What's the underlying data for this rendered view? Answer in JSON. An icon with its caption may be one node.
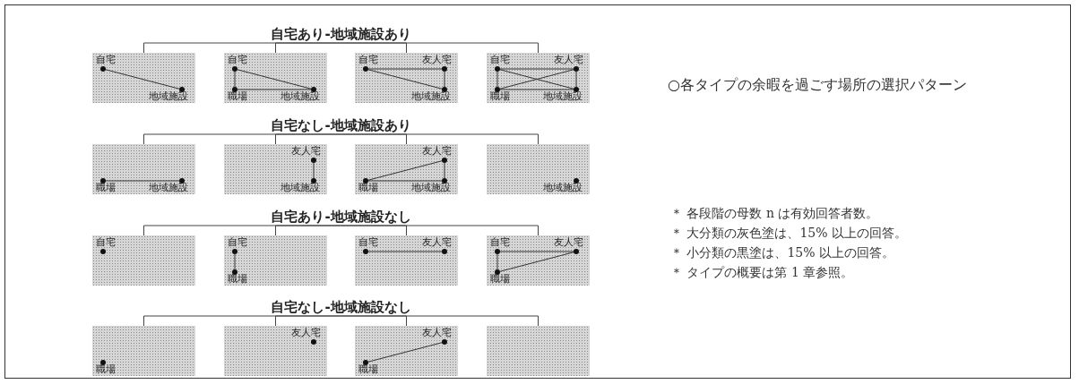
{
  "diagram": {
    "title": "○各タイプの余暇を過ごす場所の選択パターン",
    "nodes": [
      {
        "text": [
          "自宅あり-地域施設あり"
        ]
      },
      {
        "text": [],
        "shape": "box"
      },
      {
        "text": [
          "自宅"
        ],
        "in": 1
      },
      {
        "text": [
          "地域施設"
        ],
        "in": 1
      },
      {
        "text": [],
        "shape": "box"
      },
      {
        "text": [
          "自宅"
        ],
        "in": 4
      },
      {
        "text": [
          "職場"
        ],
        "in": 4
      },
      {
        "text": [
          "地域施設"
        ],
        "in": 4
      },
      {
        "text": [],
        "shape": "box"
      },
      {
        "text": [
          "自宅"
        ],
        "in": 8
      },
      {
        "text": [
          "友人宅"
        ],
        "in": 8
      },
      {
        "text": [
          "地域施設"
        ],
        "in": 8
      },
      {
        "text": [],
        "shape": "box"
      },
      {
        "text": [
          "自宅"
        ],
        "in": 12
      },
      {
        "text": [
          "友人宅"
        ],
        "in": 12
      },
      {
        "text": [
          "職場"
        ],
        "in": 12
      },
      {
        "text": [
          "地域施設"
        ],
        "in": 12
      },
      {
        "text": [
          "自宅なし-地域施設あり"
        ]
      },
      {
        "text": [],
        "shape": "box"
      },
      {
        "text": [
          "職場"
        ],
        "in": 18
      },
      {
        "text": [
          "地域施設"
        ],
        "in": 18
      },
      {
        "text": [],
        "shape": "box"
      },
      {
        "text": [
          "友人宅"
        ],
        "in": 21
      },
      {
        "text": [
          "地域施設"
        ],
        "in": 21
      },
      {
        "text": [],
        "shape": "box"
      },
      {
        "text": [
          "友人宅"
        ],
        "in": 24
      },
      {
        "text": [
          "職場"
        ],
        "in": 24
      },
      {
        "text": [
          "地域施設"
        ],
        "in": 24
      },
      {
        "text": [],
        "shape": "box"
      },
      {
        "text": [
          "地域施設"
        ],
        "in": 28
      },
      {
        "text": [
          "自宅あり-地域施設なし"
        ]
      },
      {
        "text": [],
        "shape": "box"
      },
      {
        "text": [
          "自宅"
        ],
        "in": 31
      },
      {
        "text": [],
        "shape": "box"
      },
      {
        "text": [
          "自宅"
        ],
        "in": 33
      },
      {
        "text": [
          "職場"
        ],
        "in": 33
      },
      {
        "text": [],
        "shape": "box"
      },
      {
        "text": [
          "自宅"
        ],
        "in": 36
      },
      {
        "text": [
          "友人宅"
        ],
        "in": 36
      },
      {
        "text": [],
        "shape": "box"
      },
      {
        "text": [
          "自宅"
        ],
        "in": 39
      },
      {
        "text": [
          "友人宅"
        ],
        "in": 39
      },
      {
        "text": [
          "職場"
        ],
        "in": 39
      },
      {
        "text": [
          "自宅なし-地域施設なし"
        ]
      },
      {
        "text": [],
        "shape": "box"
      },
      {
        "text": [
          "職場"
        ],
        "in": 44
      },
      {
        "text": [],
        "shape": "box"
      },
      {
        "text": [
          "友人宅"
        ],
        "in": 46
      },
      {
        "text": [],
        "shape": "box"
      },
      {
        "text": [
          "友人宅"
        ],
        "in": 48
      },
      {
        "text": [
          "職場"
        ],
        "in": 48
      },
      {
        "text": [],
        "shape": "box"
      }
    ],
    "edges": [
      {
        "from": 0,
        "to": 1,
        "arrow": "none"
      },
      {
        "from": 0,
        "to": 4,
        "arrow": "none"
      },
      {
        "from": 0,
        "to": 8,
        "arrow": "none"
      },
      {
        "from": 0,
        "to": 12,
        "arrow": "none"
      },
      {
        "from": 2,
        "to": 3,
        "arrow": "none"
      },
      {
        "from": 5,
        "to": 6,
        "arrow": "none"
      },
      {
        "from": 5,
        "to": 7,
        "arrow": "none"
      },
      {
        "from": 6,
        "to": 7,
        "arrow": "none"
      },
      {
        "from": 9,
        "to": 10,
        "arrow": "none"
      },
      {
        "from": 9,
        "to": 11,
        "arrow": "none"
      },
      {
        "from": 10,
        "to": 11,
        "arrow": "none"
      },
      {
        "from": 13,
        "to": 14,
        "arrow": "none"
      },
      {
        "from": 13,
        "to": 15,
        "arrow": "none"
      },
      {
        "from": 13,
        "to": 16,
        "arrow": "none"
      },
      {
        "from": 14,
        "to": 15,
        "arrow": "none"
      },
      {
        "from": 14,
        "to": 16,
        "arrow": "none"
      },
      {
        "from": 15,
        "to": 16,
        "arrow": "none"
      },
      {
        "from": 17,
        "to": 18,
        "arrow": "none"
      },
      {
        "from": 17,
        "to": 21,
        "arrow": "none"
      },
      {
        "from": 17,
        "to": 24,
        "arrow": "none"
      },
      {
        "from": 17,
        "to": 28,
        "arrow": "none"
      },
      {
        "from": 19,
        "to": 20,
        "arrow": "none"
      },
      {
        "from": 22,
        "to": 23,
        "arrow": "none"
      },
      {
        "from": 26,
        "to": 25,
        "arrow": "none"
      },
      {
        "from": 26,
        "to": 27,
        "arrow": "none"
      },
      {
        "from": 25,
        "to": 27,
        "arrow": "none"
      },
      {
        "from": 30,
        "to": 31,
        "arrow": "none"
      },
      {
        "from": 30,
        "to": 33,
        "arrow": "none"
      },
      {
        "from": 30,
        "to": 36,
        "arrow": "none"
      },
      {
        "from": 30,
        "to": 39,
        "arrow": "none"
      },
      {
        "from": 34,
        "to": 35,
        "arrow": "none"
      },
      {
        "from": 37,
        "to": 38,
        "arrow": "none"
      },
      {
        "from": 40,
        "to": 41,
        "arrow": "none"
      },
      {
        "from": 40,
        "to": 42,
        "arrow": "none"
      },
      {
        "from": 42,
        "to": 41,
        "arrow": "none"
      },
      {
        "from": 43,
        "to": 44,
        "arrow": "none"
      },
      {
        "from": 43,
        "to": 46,
        "arrow": "none"
      },
      {
        "from": 43,
        "to": 48,
        "arrow": "none"
      },
      {
        "from": 43,
        "to": 51,
        "arrow": "none"
      },
      {
        "from": 50,
        "to": 49,
        "arrow": "none"
      }
    ],
    "labels": [
      "＊ 各段階の母数 n は有効回答者数。",
      "＊ 大分類の灰色塗は、15% 以上の回答。",
      "＊ 小分類の黒塗は、15% 以上の回答。",
      "＊ タイプの概要は第 1 章参照。"
    ]
  }
}
